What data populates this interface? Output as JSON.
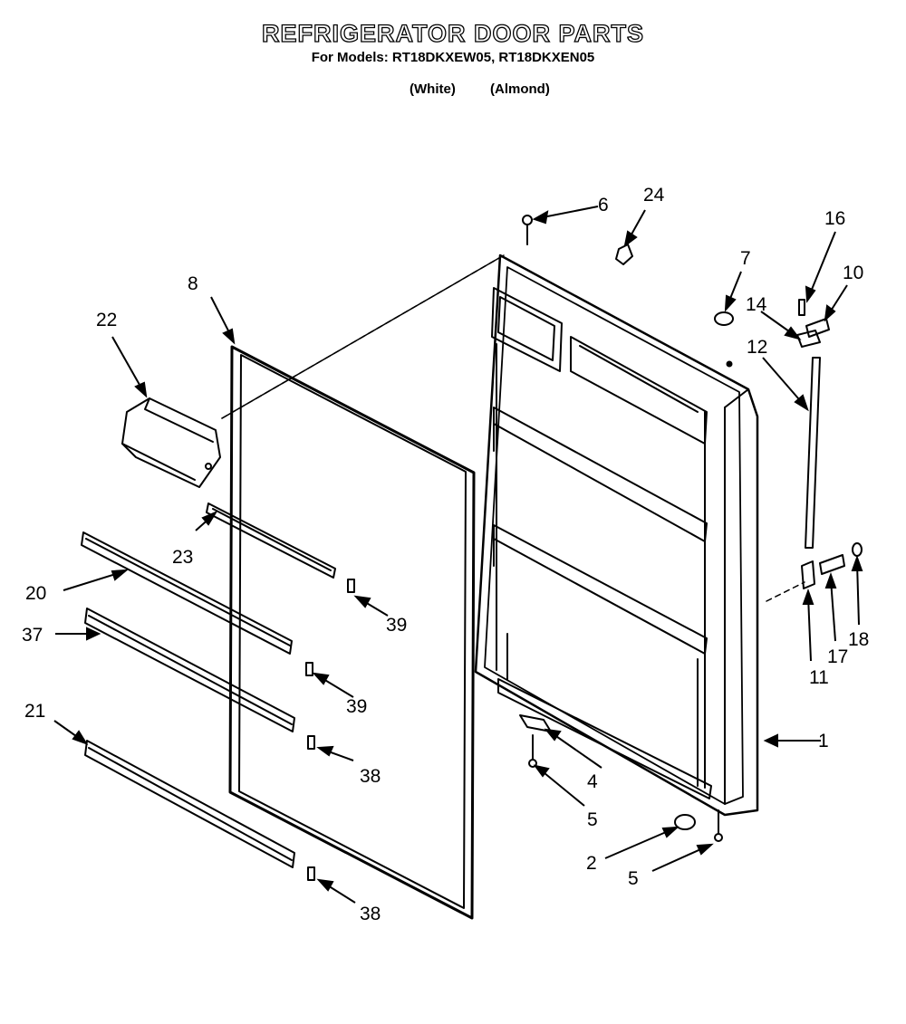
{
  "header": {
    "title": "REFRIGERATOR DOOR PARTS",
    "subtitle": "For Models: RT18DKXEW05, RT18DKXEN05",
    "color_white": "(White)",
    "color_almond": "(Almond)"
  },
  "callouts": {
    "c1": "1",
    "c2": "2",
    "c4": "4",
    "c5a": "5",
    "c5b": "5",
    "c6": "6",
    "c7": "7",
    "c8": "8",
    "c10": "10",
    "c11": "11",
    "c12": "12",
    "c14": "14",
    "c16": "16",
    "c17": "17",
    "c18": "18",
    "c20": "20",
    "c21": "21",
    "c22": "22",
    "c23": "23",
    "c24": "24",
    "c37": "37",
    "c38a": "38",
    "c38b": "38",
    "c39a": "39",
    "c39b": "39"
  }
}
